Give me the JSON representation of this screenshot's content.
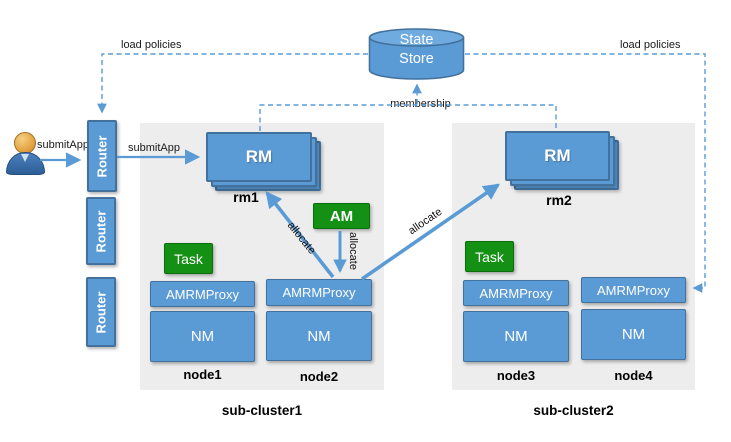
{
  "labels": {
    "load_policies_left": "load policies",
    "load_policies_right": "load policies",
    "membership": "membership",
    "submit_app_user": "submitApp",
    "submit_app_router": "submitApp",
    "allocate_to_rm1": "allocate",
    "allocate_am": "allocate",
    "allocate_to_rm2": "allocate"
  },
  "state_store": {
    "line1": "State",
    "line2": "Store"
  },
  "am": {
    "label": "AM"
  },
  "routers": [
    {
      "label": "Router"
    },
    {
      "label": "Router"
    },
    {
      "label": "Router"
    }
  ],
  "subclusters": [
    {
      "name": "sub-cluster1",
      "rm_label": "RM",
      "rm_name": "rm1",
      "task_label": "Task",
      "nodes": [
        {
          "proxy": "AMRMProxy",
          "nm": "NM",
          "name": "node1"
        },
        {
          "proxy": "AMRMProxy",
          "nm": "NM",
          "name": "node2"
        }
      ]
    },
    {
      "name": "sub-cluster2",
      "rm_label": "RM",
      "rm_name": "rm2",
      "task_label": "Task",
      "nodes": [
        {
          "proxy": "AMRMProxy",
          "nm": "NM",
          "name": "node3"
        },
        {
          "proxy": "AMRMProxy",
          "nm": "NM",
          "name": "node4"
        }
      ]
    }
  ],
  "colors": {
    "box_blue": "#5B9BD5",
    "box_border": "#41719C",
    "green": "#149114",
    "panel_gray": "#EDEDED",
    "line_blue": "#5B9BD5"
  }
}
